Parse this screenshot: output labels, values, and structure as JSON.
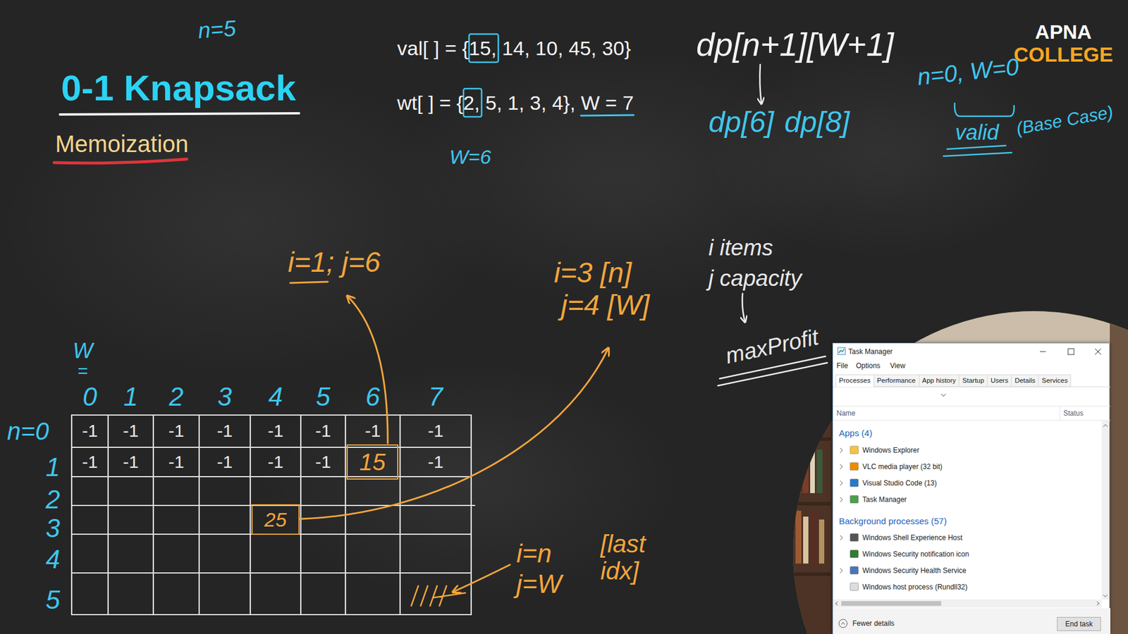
{
  "diagram": {
    "title": "0-1 Knapsack",
    "nodes": [
      {
        "text": [
          "Task Manager",
          "File",
          "Options",
          "View",
          "Name",
          "Status",
          "Apps (4)",
          "Windows Explorer",
          "VLC media player (32 bit)",
          "Visual Studio Code (13)",
          "Task Manager",
          "Background processes (57)",
          "Windows Shell Experience Host",
          "Windows Security notification icon",
          "Windows Security Health Service",
          "Windows host process (Rundll32)",
          "Fewer details"
        ]
      },
      {
        "text": [
          "Processes"
        ],
        "in": 0
      },
      {
        "text": [
          "Performance"
        ],
        "in": 0
      },
      {
        "text": [
          "App history"
        ],
        "in": 0
      },
      {
        "text": [
          "Startup"
        ],
        "in": 0
      },
      {
        "text": [
          "Users"
        ],
        "in": 0
      },
      {
        "text": [
          "Details"
        ],
        "in": 0
      },
      {
        "text": [
          "Services"
        ],
        "in": 0
      },
      {
        "text": [
          "End task"
        ],
        "in": 0
      },
      {
        "text": [
          "15"
        ]
      },
      {
        "text": [
          "25"
        ]
      }
    ],
    "labels": [
      "n=5",
      "Memoization",
      "val[ ] = {15, 14, 10, 45, 30}",
      "wt[ ] = {2, 5, 1, 3, 4}, W = 7",
      "W=6",
      "dp[n+1][W+1]",
      "dp[6]",
      "dp[8]",
      "APNA",
      "COLLEGE",
      "n=0, W=0",
      "valid",
      "(Base Case)",
      "i items",
      "j capacity",
      "maxProfit",
      "i=1; j=6",
      "i=3 [n]",
      "j=4 [W]",
      "W",
      "=",
      "0",
      "1",
      "2",
      "3",
      "4",
      "5",
      "6",
      "7",
      "n=0",
      "1",
      "2",
      "3",
      "4",
      "5",
      "-1",
      "-1",
      "-1",
      "-1",
      "-1",
      "-1",
      "-1",
      "-1",
      "-1",
      "-1",
      "-1",
      "-1",
      "-1",
      "-1",
      "-1",
      "i=n",
      "j=W",
      "[last idx]"
    ]
  }
}
